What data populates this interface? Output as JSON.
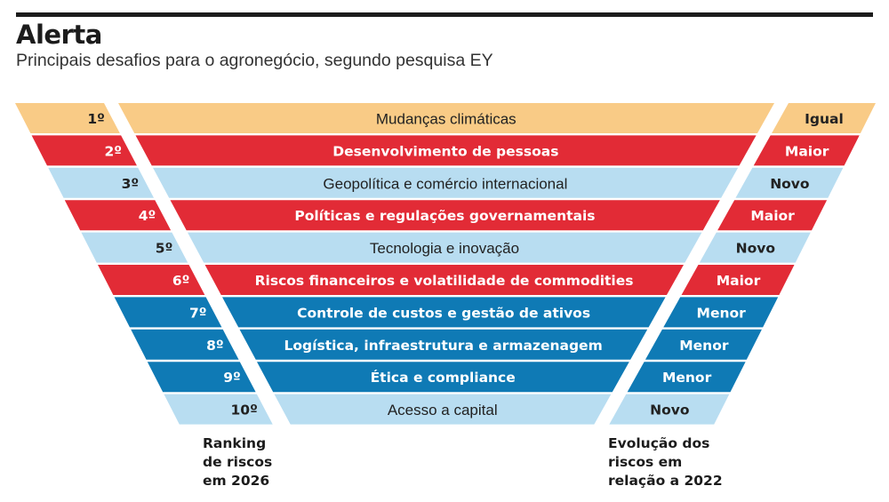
{
  "header": {
    "title": "Alerta",
    "subtitle": "Principais desafios para o agronegócio, segundo pesquisa EY"
  },
  "colors": {
    "sand": "#f9cb86",
    "red": "#e22b36",
    "light_blue": "#b8ddf1",
    "blue": "#0f7ab5",
    "dark_text": "#222222",
    "white_text": "#ffffff"
  },
  "rows": [
    {
      "rank": "1º",
      "label": "Mudanças climáticas",
      "evolution": "Igual",
      "color": "#f9cb86",
      "text_color": "#222222",
      "bold": false
    },
    {
      "rank": "2º",
      "label": "Desenvolvimento de pessoas",
      "evolution": "Maior",
      "color": "#e22b36",
      "text_color": "#ffffff",
      "bold": true
    },
    {
      "rank": "3º",
      "label": "Geopolítica e comércio internacional",
      "evolution": "Novo",
      "color": "#b8ddf1",
      "text_color": "#222222",
      "bold": false
    },
    {
      "rank": "4º",
      "label": "Políticas e regulações governamentais",
      "evolution": "Maior",
      "color": "#e22b36",
      "text_color": "#ffffff",
      "bold": true
    },
    {
      "rank": "5º",
      "label": "Tecnologia e inovação",
      "evolution": "Novo",
      "color": "#b8ddf1",
      "text_color": "#222222",
      "bold": false
    },
    {
      "rank": "6º",
      "label": "Riscos financeiros e volatilidade de commodities",
      "evolution": "Maior",
      "color": "#e22b36",
      "text_color": "#ffffff",
      "bold": true
    },
    {
      "rank": "7º",
      "label": "Controle de custos e gestão de ativos",
      "evolution": "Menor",
      "color": "#0f7ab5",
      "text_color": "#ffffff",
      "bold": true
    },
    {
      "rank": "8º",
      "label": "Logística, infraestrutura e armazenagem",
      "evolution": "Menor",
      "color": "#0f7ab5",
      "text_color": "#ffffff",
      "bold": true
    },
    {
      "rank": "9º",
      "label": "Ética e compliance",
      "evolution": "Menor",
      "color": "#0f7ab5",
      "text_color": "#ffffff",
      "bold": true
    },
    {
      "rank": "10º",
      "label": "Acesso a capital",
      "evolution": "Novo",
      "color": "#b8ddf1",
      "text_color": "#222222",
      "bold": false
    }
  ],
  "footer": {
    "left": "Ranking\nde riscos\nem 2026",
    "right": "Evolução dos\nriscos em\nrelação a 2022"
  }
}
